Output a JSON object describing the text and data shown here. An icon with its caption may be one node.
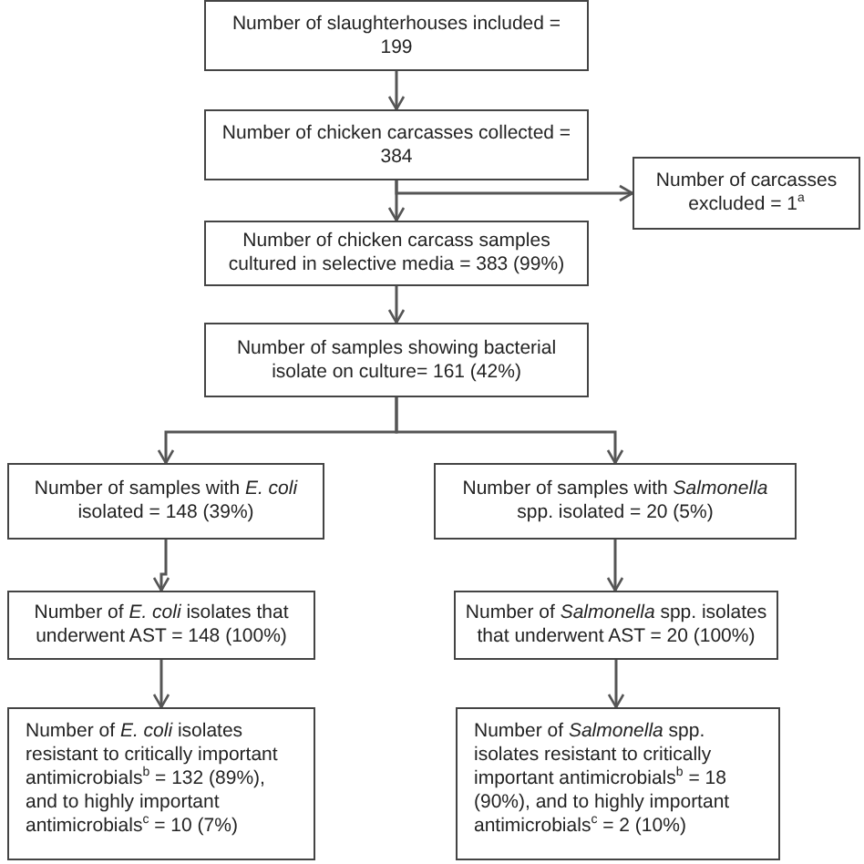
{
  "diagram": {
    "nodes": [
      {
        "text": [
          "Number of slaughterhouses included = 199"
        ]
      },
      {
        "text": [
          "Number of chicken carcasses collected = 384"
        ]
      },
      {
        "text": [
          "Number of carcasses excluded = 1$^{a}$"
        ]
      },
      {
        "text": [
          "Number of chicken carcass samples cultured in selective media = 383 (99%)"
        ]
      },
      {
        "text": [
          "Number of samples showing bacterial isolate on culture= 161 (42%)"
        ]
      },
      {
        "text": [
          "Number of samples with *E. coli* isolated = 148 (39%)"
        ]
      },
      {
        "text": [
          "Number of samples with *Salmonella* spp. isolated = 20 (5%)"
        ]
      },
      {
        "text": [
          "Number of *E. coli* isolates that underwent AST = 148 (100%)"
        ]
      },
      {
        "text": [
          "Number of *Salmonella* spp. isolates that underwent AST = 20 (100%)"
        ]
      },
      {
        "text": [
          "Number of *E. coli* isolates resistant to critically important antimicrobials$^{b}$ = 132 (89%), and to highly important antimicrobials$^{c}$ = 10 (7%)"
        ]
      },
      {
        "text": [
          "Number of *Salmonella* spp. isolates resistant to critically important antimicrobials$^{b}$ = 18 (90%), and to highly important antimicrobials$^{c}$ = 2 (10%)"
        ]
      }
    ],
    "edges": [
      {
        "from": 0,
        "to": 1,
        "arrow": "to"
      },
      {
        "from": 1,
        "to": 3,
        "arrow": "to"
      },
      {
        "from": 1,
        "to": 2,
        "arrow": "to"
      },
      {
        "from": 3,
        "to": 4,
        "arrow": "to"
      },
      {
        "from": 4,
        "to": 5,
        "arrow": "to"
      },
      {
        "from": 4,
        "to": 6,
        "arrow": "to"
      },
      {
        "from": 5,
        "to": 7,
        "arrow": "to"
      },
      {
        "from": 6,
        "to": 8,
        "arrow": "to"
      },
      {
        "from": 7,
        "to": 9,
        "arrow": "to"
      },
      {
        "from": 8,
        "to": 10,
        "arrow": "to"
      }
    ]
  }
}
